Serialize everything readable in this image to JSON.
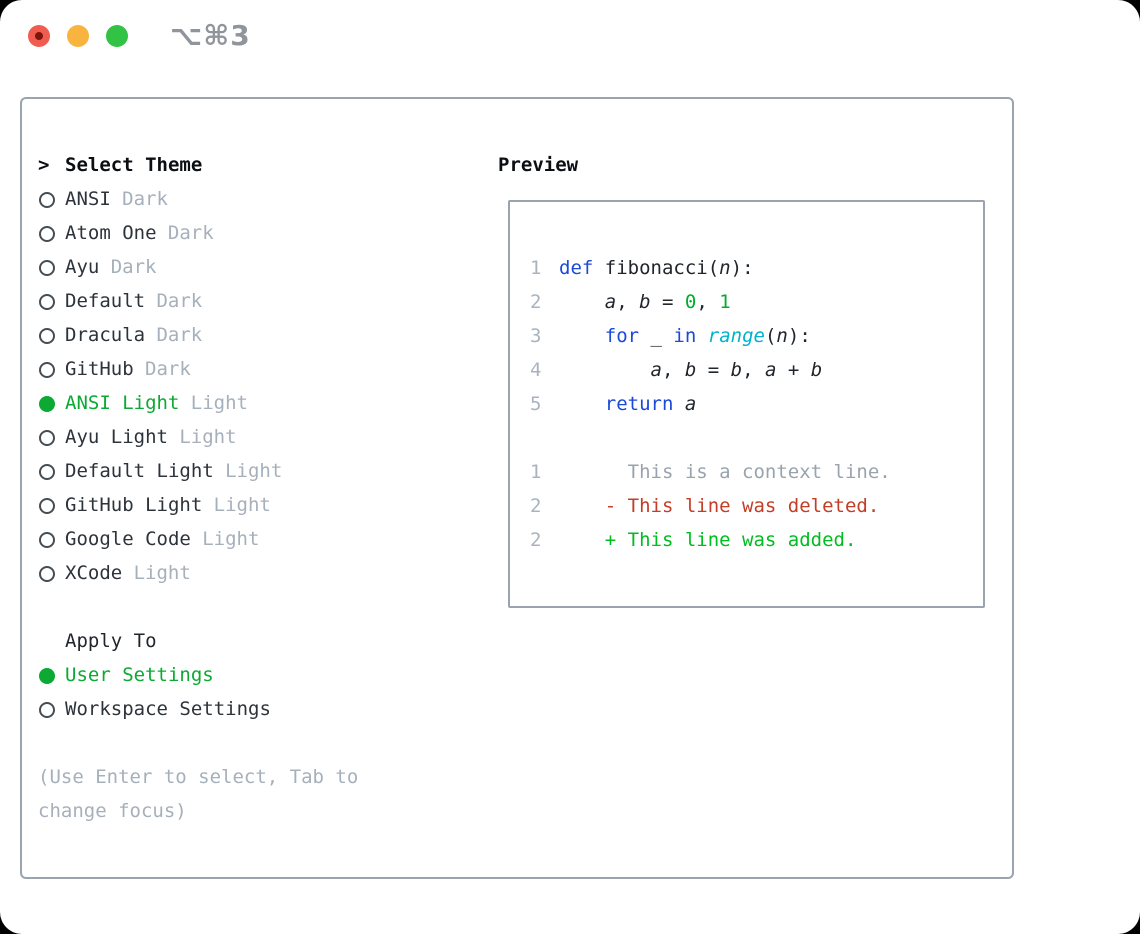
{
  "titlebar": {
    "shortcut_label": "⌥⌘3",
    "traffic_lights": {
      "close": "#f15c50",
      "close_dot": "#7e150c",
      "minimize": "#f8b43e",
      "zoom": "#32c244"
    }
  },
  "theme_panel": {
    "prompt": ">",
    "title": "Select Theme",
    "themes": [
      {
        "name": "ANSI",
        "variant": "Dark",
        "selected": false
      },
      {
        "name": "Atom One",
        "variant": "Dark",
        "selected": false
      },
      {
        "name": "Ayu",
        "variant": "Dark",
        "selected": false
      },
      {
        "name": "Default",
        "variant": "Dark",
        "selected": false
      },
      {
        "name": "Dracula",
        "variant": "Dark",
        "selected": false
      },
      {
        "name": "GitHub",
        "variant": "Dark",
        "selected": false
      },
      {
        "name": "ANSI Light",
        "variant": "Light",
        "selected": true
      },
      {
        "name": "Ayu Light",
        "variant": "Light",
        "selected": false
      },
      {
        "name": "Default Light",
        "variant": "Light",
        "selected": false
      },
      {
        "name": "GitHub Light",
        "variant": "Light",
        "selected": false
      },
      {
        "name": "Google Code",
        "variant": "Light",
        "selected": false
      },
      {
        "name": "XCode",
        "variant": "Light",
        "selected": false
      }
    ],
    "apply_to": {
      "title": "Apply To",
      "options": [
        {
          "label": "User Settings",
          "selected": true
        },
        {
          "label": "Workspace Settings",
          "selected": false
        }
      ]
    },
    "hint": "(Use Enter to select, Tab to change focus)"
  },
  "preview_panel": {
    "title": "Preview",
    "lines": [
      {
        "num": "1",
        "tokens": [
          {
            "t": "def",
            "c": "kw"
          },
          {
            "t": " fibonacci(",
            "c": "fg"
          },
          {
            "t": "n",
            "c": "var"
          },
          {
            "t": "):",
            "c": "fg"
          }
        ]
      },
      {
        "num": "2",
        "tokens": [
          {
            "t": "    ",
            "c": "fg"
          },
          {
            "t": "a",
            "c": "var"
          },
          {
            "t": ", ",
            "c": "fg"
          },
          {
            "t": "b",
            "c": "var"
          },
          {
            "t": " = ",
            "c": "fg"
          },
          {
            "t": "0",
            "c": "num"
          },
          {
            "t": ", ",
            "c": "fg"
          },
          {
            "t": "1",
            "c": "num"
          }
        ]
      },
      {
        "num": "3",
        "tokens": [
          {
            "t": "    ",
            "c": "fg"
          },
          {
            "t": "for",
            "c": "kw"
          },
          {
            "t": " _ ",
            "c": "fg"
          },
          {
            "t": "in",
            "c": "kw"
          },
          {
            "t": " ",
            "c": "fg"
          },
          {
            "t": "range",
            "c": "fn"
          },
          {
            "t": "(",
            "c": "fg"
          },
          {
            "t": "n",
            "c": "var"
          },
          {
            "t": "):",
            "c": "fg"
          }
        ]
      },
      {
        "num": "4",
        "tokens": [
          {
            "t": "        ",
            "c": "fg"
          },
          {
            "t": "a",
            "c": "var"
          },
          {
            "t": ", ",
            "c": "fg"
          },
          {
            "t": "b",
            "c": "var"
          },
          {
            "t": " = ",
            "c": "fg"
          },
          {
            "t": "b",
            "c": "var"
          },
          {
            "t": ", ",
            "c": "fg"
          },
          {
            "t": "a",
            "c": "var"
          },
          {
            "t": " + ",
            "c": "fg"
          },
          {
            "t": "b",
            "c": "var"
          }
        ]
      },
      {
        "num": "5",
        "tokens": [
          {
            "t": "    ",
            "c": "fg"
          },
          {
            "t": "return",
            "c": "kw"
          },
          {
            "t": " ",
            "c": "fg"
          },
          {
            "t": "a",
            "c": "var"
          }
        ]
      },
      {
        "num": "",
        "tokens": []
      },
      {
        "num": "1",
        "tokens": [
          {
            "t": "      This is a context line.",
            "c": "ctx"
          }
        ]
      },
      {
        "num": "2",
        "tokens": [
          {
            "t": "    - This line was deleted.",
            "c": "del"
          }
        ]
      },
      {
        "num": "2",
        "tokens": [
          {
            "t": "    + This line was added.",
            "c": "add"
          }
        ]
      }
    ]
  },
  "colors": {
    "keyword_blue": "#1b49d8",
    "function_cyan": "#00b2cf",
    "number_green": "#00ad2e",
    "selected_green": "#0ca934",
    "added_green": "#00bd20",
    "deleted_red": "#c43d26",
    "muted_gray": "#a6b0bb",
    "border_gray": "#9aa4ae"
  }
}
